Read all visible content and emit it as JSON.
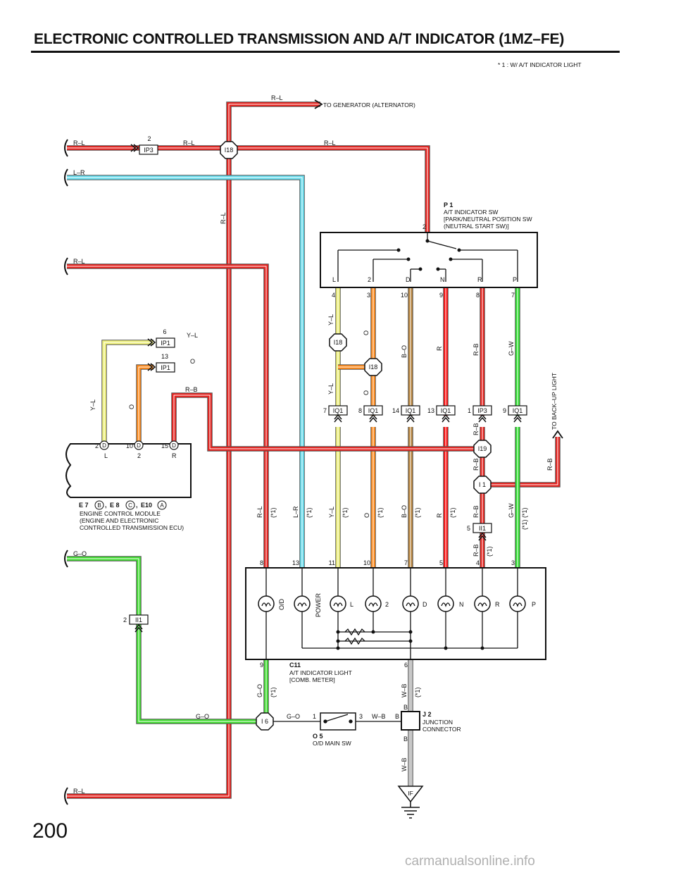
{
  "page": {
    "title": "ELECTRONIC CONTROLLED TRANSMISSION AND A/T INDICATOR (1MZ–FE)",
    "number": "200",
    "watermark": "carmanualsonline.info",
    "footnote": "* 1  : W/ A/T INDICATOR LIGHT"
  },
  "colors": {
    "R-L": "#e8211d",
    "L-R": "#66ddee",
    "Y-L": "#eef07a",
    "O": "#ff8a1a",
    "B-O": "#b8843c",
    "R": "#ff1010",
    "R-B": "#e8211d",
    "G-W": "#2fe22f",
    "G-O": "#40dd30",
    "W-B": "#c8c8c8"
  },
  "components": {
    "p1": {
      "code": "P 1",
      "line1": "A/T INDICATOR SW",
      "line2": "[PARK/NEUTRAL POSITION SW",
      "line3": "(NEUTRAL START SW)]",
      "positions": [
        "L",
        "2",
        "D",
        "N",
        "R",
        "P"
      ],
      "pins": [
        "4",
        "3",
        "10",
        "9",
        "8",
        "7"
      ],
      "top_pin": "2"
    },
    "ecm": {
      "codes": [
        "E 7",
        "B",
        "E 8",
        "C",
        "E10",
        "A"
      ],
      "line1": "ENGINE CONTROL MODULE",
      "line2": "(ENGINE AND ELECTRONIC",
      "line3": " CONTROLLED TRANSMISSION ECU)",
      "pins": [
        "2",
        "10",
        "15"
      ],
      "connectors": [
        "D",
        "D",
        "D"
      ],
      "labels": [
        "L",
        "2",
        "R"
      ]
    },
    "c11": {
      "code": "C11",
      "line1": "A/T INDICATOR LIGHT",
      "line2": "[COMB.  METER]",
      "pins": [
        "8",
        "13",
        "11",
        "10",
        "7",
        "5",
        "4",
        "3"
      ],
      "bulbs": [
        "O/D",
        "POWER",
        "L",
        "2",
        "D",
        "N",
        "R",
        "P"
      ],
      "bottom_pins": [
        "9",
        "6"
      ]
    },
    "j2": {
      "code": "J 2",
      "line1": "JUNCTION",
      "line2": "CONNECTOR",
      "terms": [
        "B",
        "B",
        "B"
      ]
    },
    "o5": {
      "code": "O 5",
      "line1": "O/D MAIN SW",
      "pins": [
        "1",
        "3"
      ]
    },
    "ground": "IF",
    "generator": "TO GENERATOR (ALTERNATOR)",
    "backup": "TO BACK–UP LIGHT"
  },
  "connectors": {
    "ip3_top": {
      "id": "IP3",
      "pin": "2"
    },
    "i18": "I18",
    "ip1_yl": {
      "id": "IP1",
      "pin": "6"
    },
    "ip1_o": {
      "id": "IP1",
      "pin": "13"
    },
    "row": [
      {
        "pin": "7",
        "id": "IQ1"
      },
      {
        "pin": "8",
        "id": "IQ1"
      },
      {
        "pin": "14",
        "id": "IQ1"
      },
      {
        "pin": "13",
        "id": "IQ1"
      },
      {
        "pin": "1",
        "id": "IP3"
      },
      {
        "pin": "9",
        "id": "IQ1"
      }
    ],
    "i19": "I19",
    "i1": "I 1",
    "ii1_rb": {
      "id": "II1",
      "pin": "5"
    },
    "ii1_go": {
      "id": "II1",
      "pin": "2"
    },
    "i6": "I 6"
  },
  "wire_labels": {
    "rl": "R–L",
    "lr": "L–R",
    "yl": "Y–L",
    "o": "O",
    "rb": "R–B",
    "bo": "B–O",
    "r": "R",
    "gw": "G–W",
    "go": "G–O",
    "wb": "W–B",
    "note": "(*1)",
    "sep": ","
  }
}
